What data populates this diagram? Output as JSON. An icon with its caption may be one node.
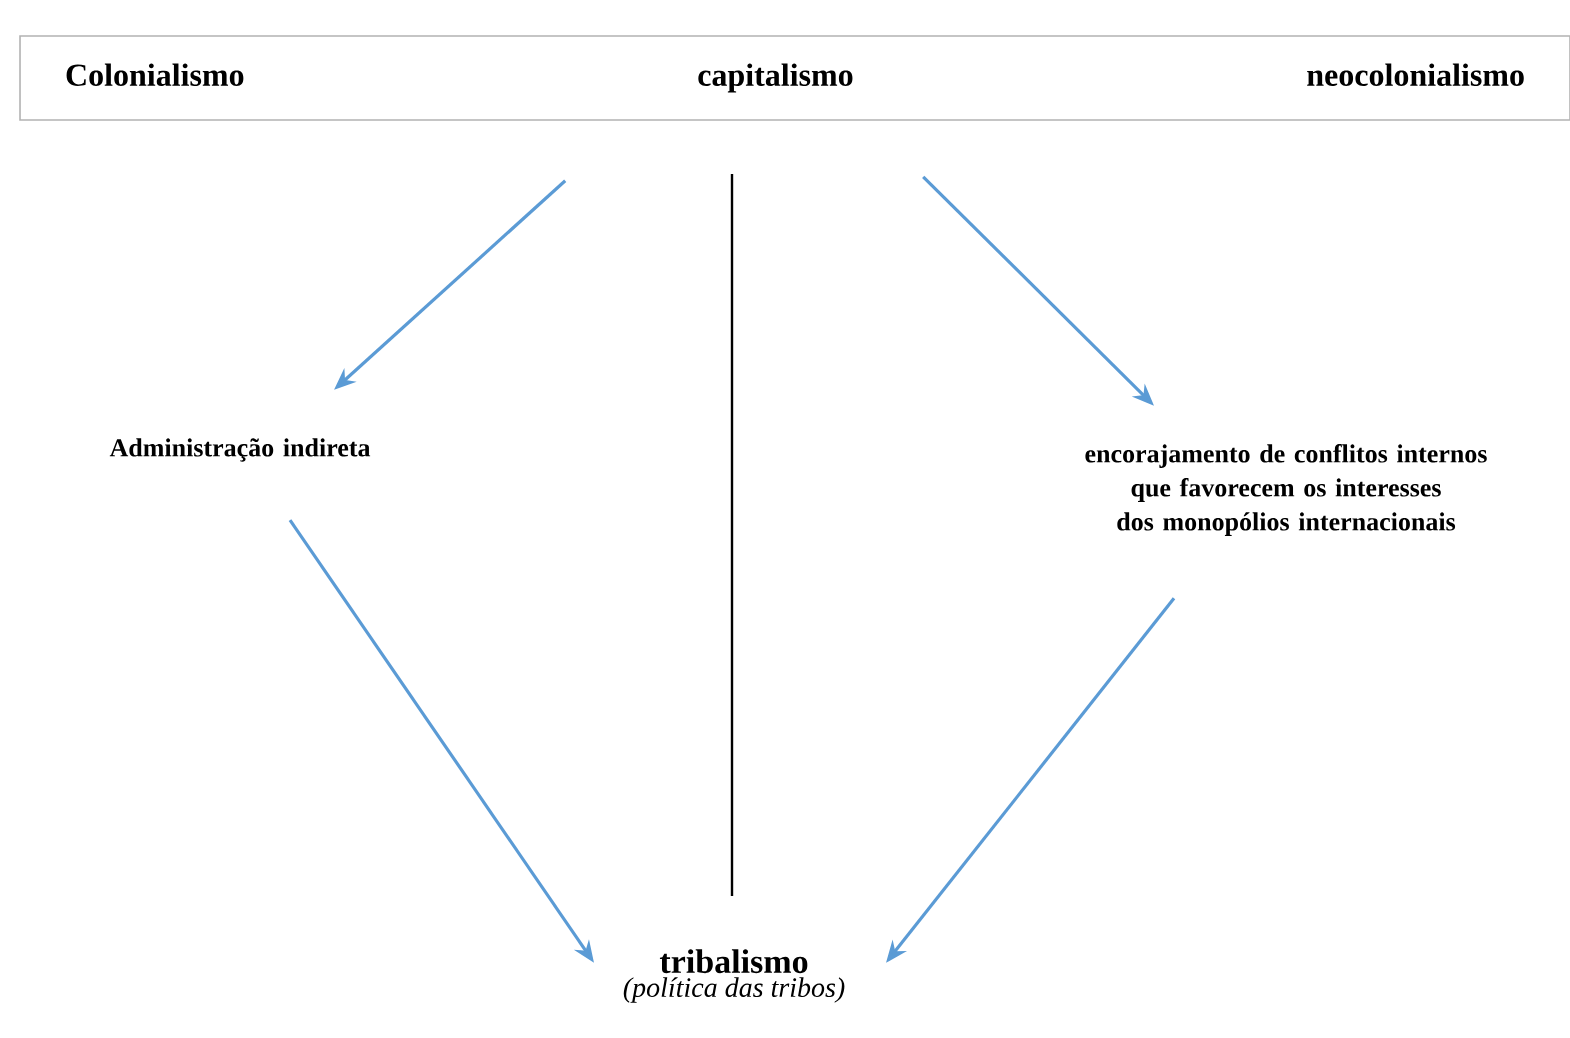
{
  "diagram": {
    "nodes": [
      {
        "text": [
          "Colonialismo",
          "capitalismo",
          "neocolonialismo"
        ]
      },
      {
        "text": [
          "Administração indireta"
        ]
      },
      {
        "text": [
          "encorajamento de conflitos internos que favorecem os interesses dos monopólios internacionais"
        ]
      },
      {
        "text": [
          "tribalismo",
          "(política das tribos)"
        ]
      }
    ],
    "edges": [
      {
        "from": 0,
        "to": 1,
        "arrow": "to"
      },
      {
        "from": 0,
        "to": 2,
        "arrow": "to"
      },
      {
        "from": 1,
        "to": 3,
        "arrow": "to"
      },
      {
        "from": 2,
        "to": 3,
        "arrow": "to"
      }
    ]
  }
}
